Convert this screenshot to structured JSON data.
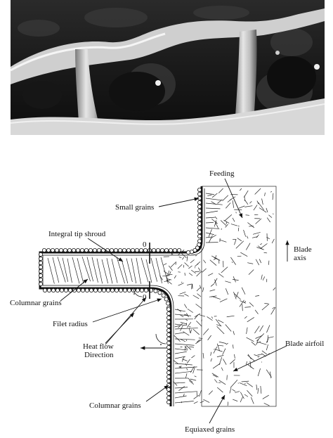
{
  "photo": {
    "description_icon": "turbine-blade-photo"
  },
  "labels": {
    "feeding": "Feeding",
    "small_grains": "Small grains",
    "integral_tip_shroud": "Integral tip shroud",
    "columnar_grains_left": "Columnar grains",
    "filet_radius": "Filet radius",
    "heat_flow_line1": "Heat flow",
    "heat_flow_line2": "Direction",
    "blade_axis_line1": "Blade",
    "blade_axis_line2": "axis",
    "blade_airfoil": "Blade airfoil",
    "columnar_grains_bottom": "Columnar grains",
    "equiaxed_grains": "Equiaxed grains",
    "zero_top": "0",
    "zero_bottom": "0"
  }
}
